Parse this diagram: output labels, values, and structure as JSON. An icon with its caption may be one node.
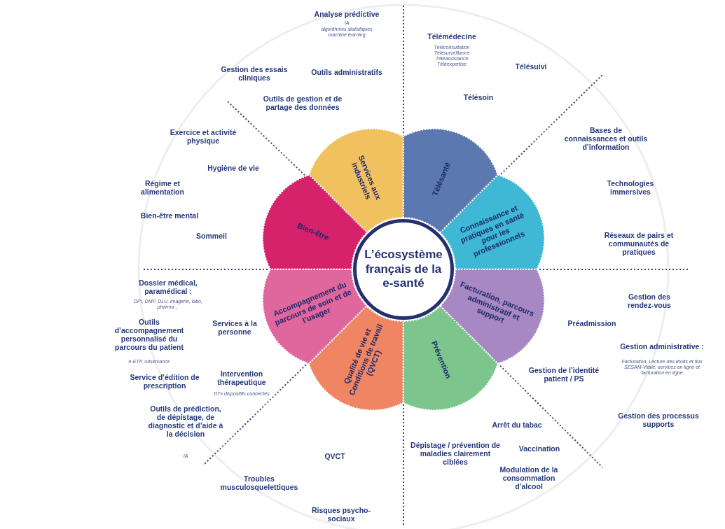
{
  "diagram": {
    "nodes": [
      {
        "text": [
          "L’écosystème français de la e-santé"
        ]
      },
      {
        "text": [
          "Services aux industriels"
        ]
      },
      {
        "text": [
          "Télésanté"
        ]
      },
      {
        "text": [
          "Bien-être"
        ]
      },
      {
        "text": [
          "Connaissance et pratiques en santé pour les professionnels"
        ]
      },
      {
        "text": [
          "Accompagnement du parcours de soin et de l’usager"
        ]
      },
      {
        "text": [
          "Facturation, parcours administratif et support"
        ]
      },
      {
        "text": [
          "Qualité de vie et Conditions de travail (QVCT)"
        ]
      },
      {
        "text": [
          "Prévention"
        ]
      }
    ],
    "edges": [],
    "labels": [
      "Analyse prédictive",
      "IA",
      "algorithmes statistiques machine learning",
      "Télémédecine",
      "Téléconsultation Télésurveillance Téléassistance Téléexpertise",
      "Télésuivi",
      "Outils administratifs",
      "Gestion des essais cliniques",
      "Télésoin",
      "Outils de gestion et de partage des données",
      "Exercice et activité physique",
      "Bases de connaissances et outils d’information",
      "Hygiène de vie",
      "Régime et alimentation",
      "Technologies immersives",
      "Bien-être mental",
      "Sommeil",
      "Réseaux de pairs et communautés de pratiques",
      "Dossier médical, paramédical :",
      "DPI, DMP, DLU, imagerie, labo, pharma…",
      "Gestion des rendez-vous",
      "Préadmission",
      "Services à la personne",
      "Outils d’accompagnement personnalisé du parcours du patient",
      "Gestion administrative :",
      "e-ETP, observance",
      "Facturation, Lecture des droits et flux SESAM-Vitale, services en ligne et facturation en ligne",
      "Gestion de l’identité patient / PS",
      "Intervention thérapeutique",
      "Service d’édition de prescription",
      "DTx dispositifs connectés",
      "Gestion des processus supports",
      "Outils de prédiction, de dépistage, de diagnostic et d’aide à la décision",
      "Arrêt du tabac",
      "Vaccination",
      "Dépistage / prévention de maladies clairement ciblées",
      "IA",
      "QVCT",
      "Modulation de la consommation d’alcool",
      "Troubles musculosquelettiques",
      "Risques psycho-sociaux"
    ]
  }
}
